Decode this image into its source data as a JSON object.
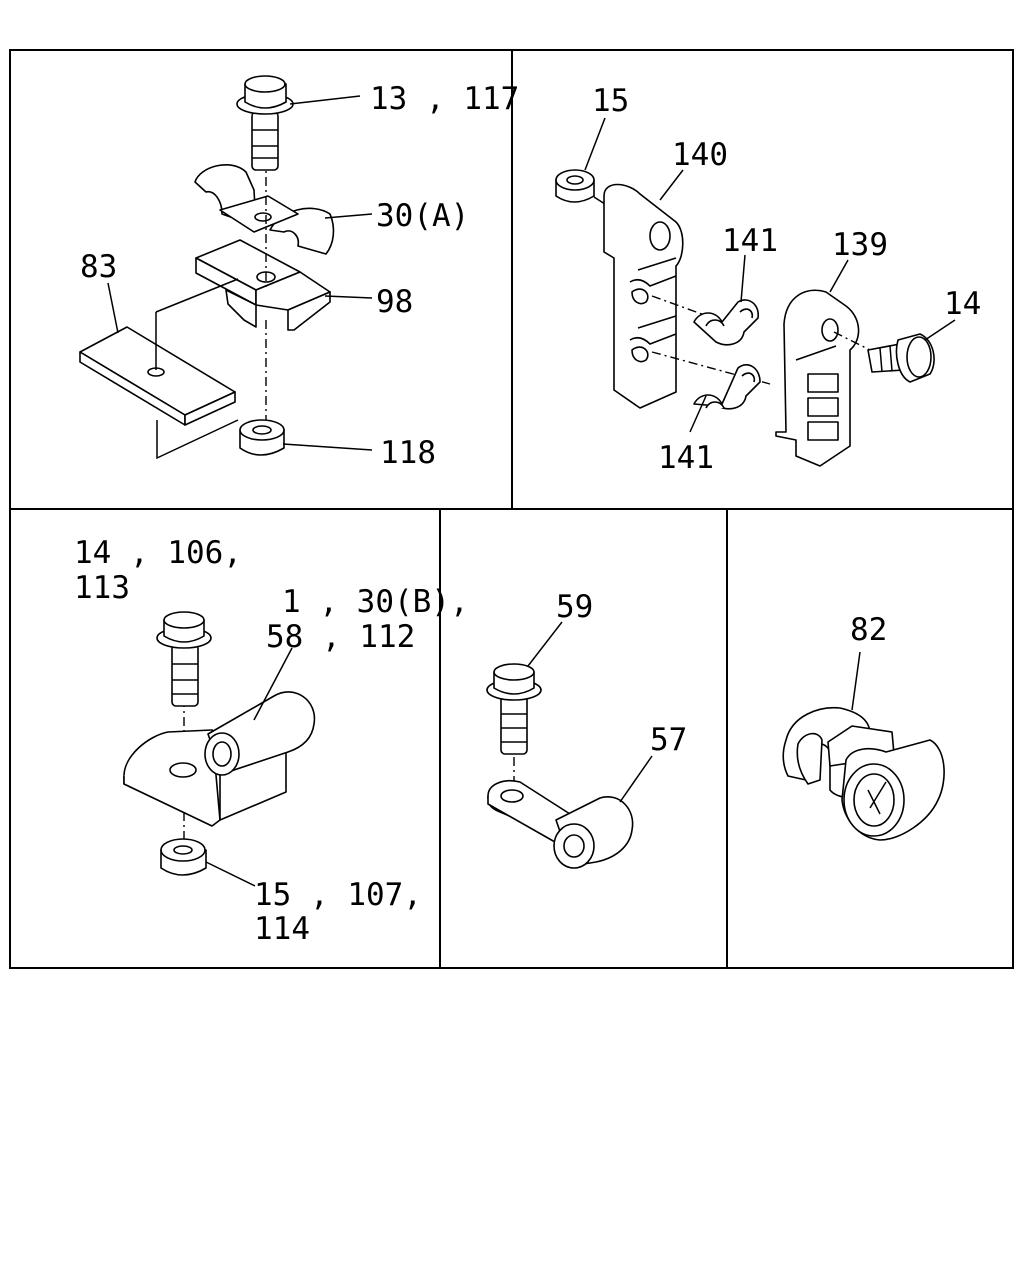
{
  "callouts": {
    "p1_bolt": "13 , 117",
    "p1_clamp": "30(A)",
    "p1_plate": "83",
    "p1_bracket": "98",
    "p1_nut": "118",
    "p2_nut": "15",
    "p2_holder_a": "140",
    "p2_clip_top": "141",
    "p2_holder_b": "139",
    "p2_bolt": "14",
    "p2_clip_bottom": "141",
    "p3_bolt_line1": "14 , 106,",
    "p3_bolt_line2": "113",
    "p3_clip_line1": "1 , 30(B),",
    "p3_clip_line2": "58 , 112",
    "p3_nut_line1": "15 , 107,",
    "p3_nut_line2": "114",
    "p4_bolt": "59",
    "p4_clip": "57",
    "p5_clip": "82"
  }
}
